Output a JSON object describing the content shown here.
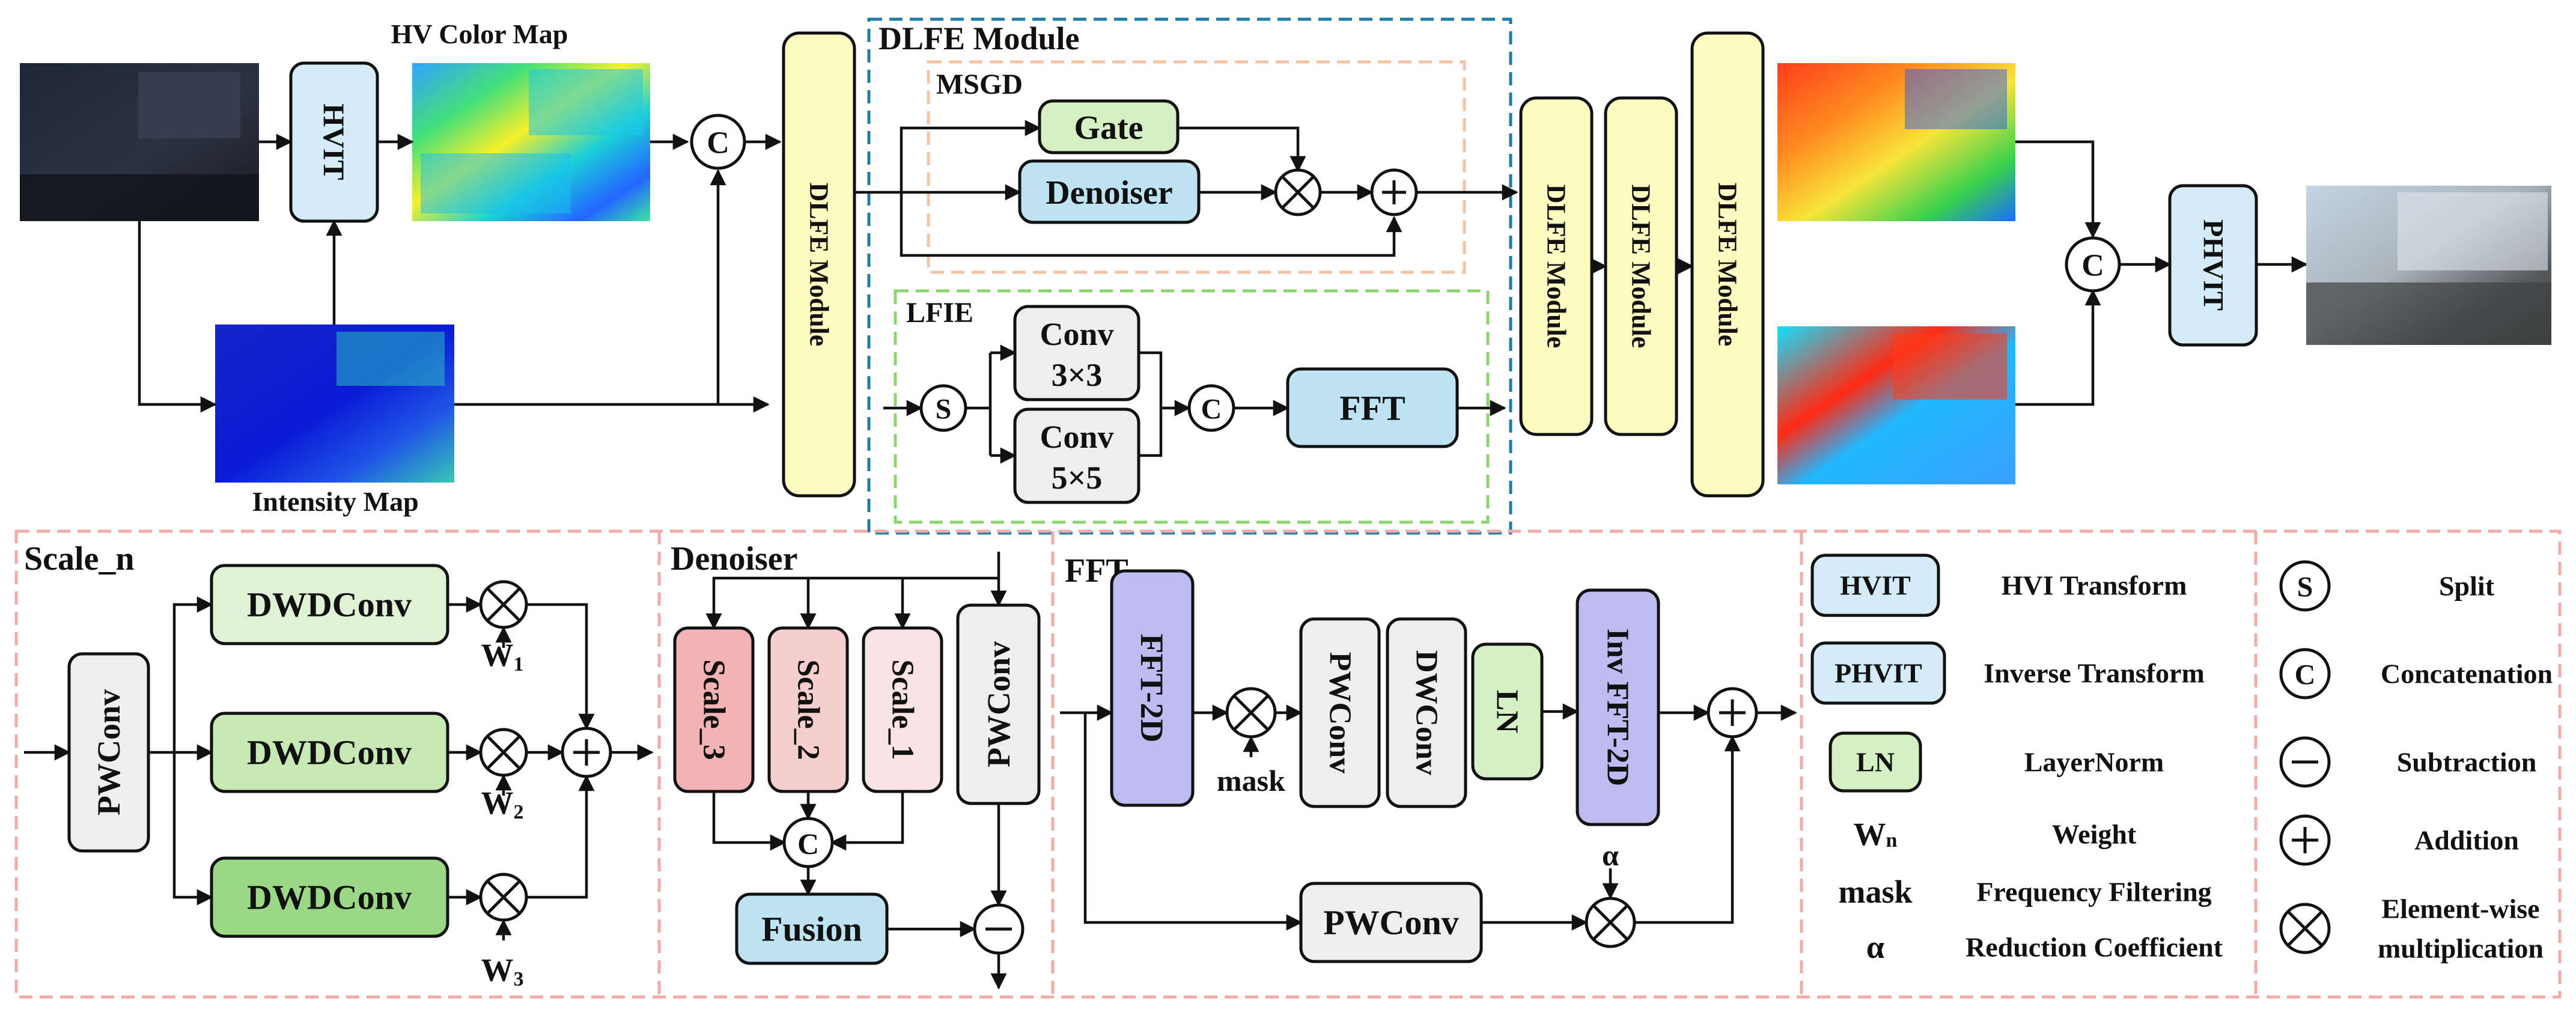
{
  "colors": {
    "hvit_fill": "#d3ecf7",
    "dlfe_fill": "#fdfbc1",
    "gate_fill": "#d5f1c4",
    "blue_fill": "#bee3f3",
    "white_fill": "#eeeeee",
    "dwd1_fill": "#dff3d4",
    "dwd2_fill": "#c7eab5",
    "dwd3_fill": "#9bd885",
    "scale3_fill": "#f1b3b3",
    "scale2_fill": "#f5cece",
    "scale1_fill": "#fae3e3",
    "fft_fill": "#bcbcf1",
    "ln_fill": "#d5f1c4",
    "dlfe_border": "#1d7ca8",
    "msgd_border": "#f5c3a3",
    "lfie_border": "#8cd470",
    "panel_border": "#f2aaa6"
  },
  "top": {
    "hvit_label": "HVIT",
    "hv_color_map_label": "HV Color Map",
    "intensity_map_label": "Intensity Map",
    "dlfe_block_label": "DLFE Module",
    "phvit_label": "PHVIT",
    "concat_symbol": "C"
  },
  "dlfe": {
    "title": "DLFE Module",
    "msgd_title": "MSGD",
    "gate_label": "Gate",
    "denoiser_label": "Denoiser",
    "lfie_title": "LFIE",
    "split_symbol": "S",
    "concat_symbol": "C",
    "conv3_line1": "Conv",
    "conv3_line2": "3×3",
    "conv5_line1": "Conv",
    "conv5_line2": "5×5",
    "fft_label": "FFT"
  },
  "scale_panel": {
    "title": "Scale_n",
    "pwconv_label": "PWConv",
    "dwdconv_labels": [
      "DWDConv",
      "DWDConv",
      "DWDConv"
    ],
    "weights": [
      {
        "main": "W",
        "sub": "1"
      },
      {
        "main": "W",
        "sub": "2"
      },
      {
        "main": "W",
        "sub": "3"
      }
    ]
  },
  "denoiser_panel": {
    "title": "Denoiser",
    "scale_labels": [
      "Scale_3",
      "Scale_2",
      "Scale_1"
    ],
    "pwconv_label": "PWConv",
    "concat_symbol": "C",
    "fusion_label": "Fusion"
  },
  "fft_panel": {
    "title": "FFT",
    "fft2d_label": "FFT-2D",
    "mask_label": "mask",
    "pwconv_label": "PWConv",
    "dwconv_label": "DWConv",
    "ln_label": "LN",
    "inv_fft2d_label": "Inv FFT-2D",
    "alpha_label": "α",
    "pwconv_bottom_label": "PWConv"
  },
  "legend": {
    "items": [
      {
        "key": "HVIT",
        "desc": "HVI Transform"
      },
      {
        "key": "PHVIT",
        "desc": "Inverse Transform"
      },
      {
        "key": "LN",
        "desc": "LayerNorm"
      },
      {
        "key_main": "W",
        "key_sub": "n",
        "desc": "Weight"
      },
      {
        "key": "mask",
        "desc": "Frequency Filtering"
      },
      {
        "key": "α",
        "desc": "Reduction Coefficient"
      }
    ],
    "symbols": [
      {
        "symbol": "S",
        "desc": "Split"
      },
      {
        "symbol": "C",
        "desc": "Concatenation"
      },
      {
        "symbol": "minus",
        "desc": "Subtraction"
      },
      {
        "symbol": "plus",
        "desc": "Addition"
      },
      {
        "symbol": "times",
        "desc_line1": "Element-wise",
        "desc_line2": "multiplication"
      }
    ]
  }
}
